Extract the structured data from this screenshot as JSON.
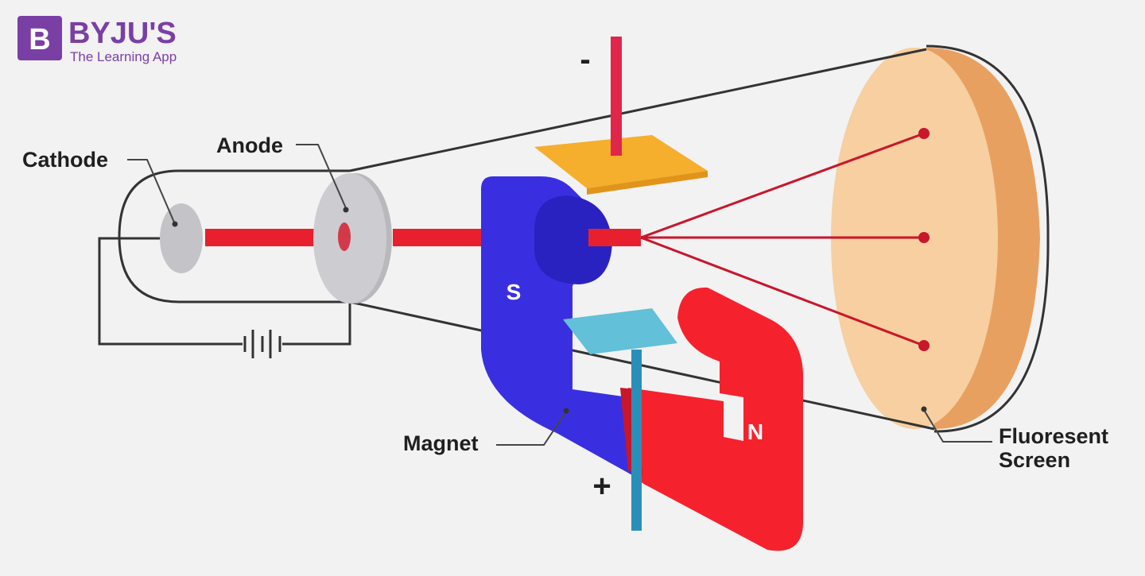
{
  "brand": {
    "logo_letter": "B",
    "name": "BYJU'S",
    "tagline": "The Learning App"
  },
  "labels": {
    "cathode": "Cathode",
    "anode": "Anode",
    "magnet": "Magnet",
    "screen_line1": "Fluoresent",
    "screen_line2": "Screen",
    "pole_south": "S",
    "pole_north": "N",
    "plate_negative": "-",
    "plate_positive": "+"
  },
  "colors": {
    "beam": "#e8202e",
    "magnet_south": "#3a2fe0",
    "magnet_north": "#f5222d",
    "upper_plate": "#f6ae2d",
    "lower_plate": "#62c0d8",
    "screen": "#f7cfa0",
    "brand": "#7a3fa5"
  }
}
